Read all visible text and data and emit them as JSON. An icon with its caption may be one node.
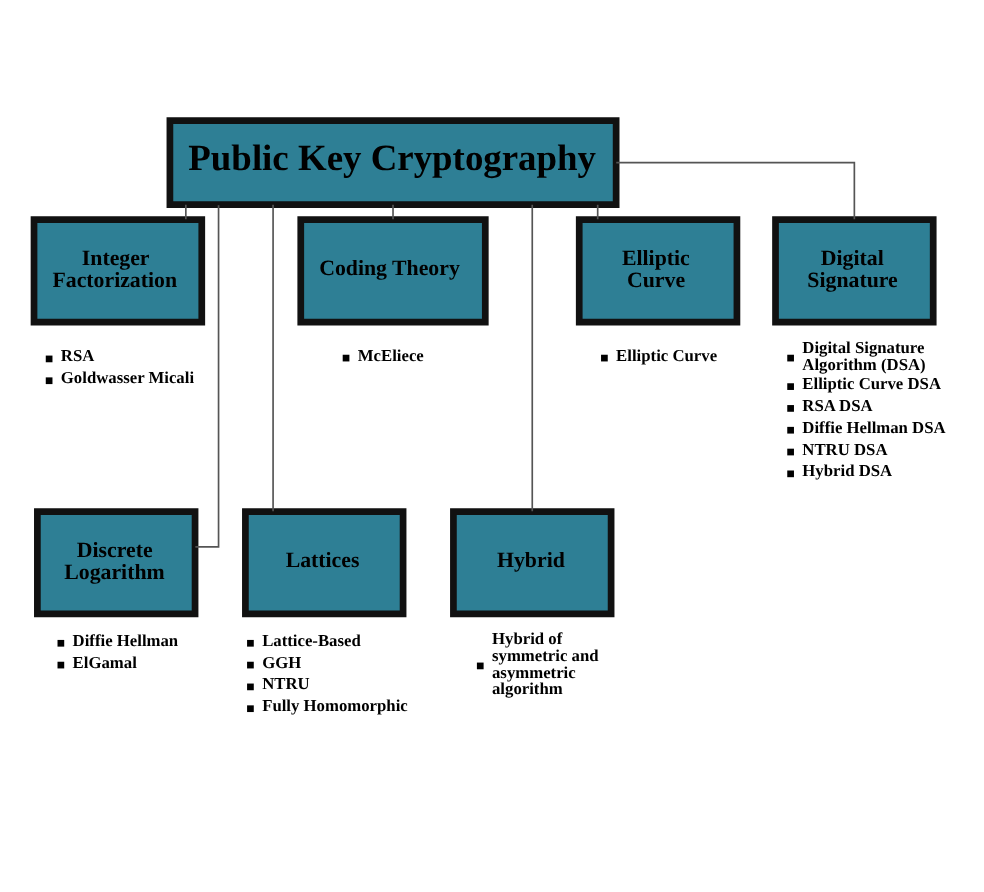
{
  "diagram": {
    "nodes": [
      {
        "text": [
          "Public Key Cryptography"
        ]
      },
      {
        "text": [
          "Integer Factorization"
        ],
        "beside": [
          "RSA",
          "Goldwasser Micali"
        ]
      },
      {
        "text": [
          "Coding Theory"
        ],
        "beside": [
          "McEliece"
        ]
      },
      {
        "text": [
          "Elliptic Curve"
        ],
        "beside": [
          "Elliptic Curve"
        ]
      },
      {
        "text": [
          "Digital Signature"
        ],
        "beside": [
          "Digital Signature Algorithm (DSA)",
          "Elliptic Curve DSA",
          "RSA DSA",
          "Diffie Hellman DSA",
          "NTRU DSA",
          "Hybrid DSA"
        ]
      },
      {
        "text": [
          "Discrete Logarithm"
        ],
        "beside": [
          "Diffie Hellman",
          "ElGamal"
        ]
      },
      {
        "text": [
          "Lattices"
        ],
        "beside": [
          "Lattice-Based",
          "GGH",
          "NTRU",
          "Fully Homomorphic"
        ]
      },
      {
        "text": [
          "Hybrid"
        ],
        "beside": [
          "Hybrid of symmetric and asymmetric algorithm"
        ]
      }
    ],
    "edges": [
      {
        "from": 0,
        "to": 1,
        "arrow": "none"
      },
      {
        "from": 0,
        "to": 2,
        "arrow": "none"
      },
      {
        "from": 0,
        "to": 3,
        "arrow": "none"
      },
      {
        "from": 0,
        "to": 4,
        "arrow": "none"
      },
      {
        "from": 0,
        "to": 5,
        "arrow": "none"
      },
      {
        "from": 0,
        "to": 6,
        "arrow": "none"
      },
      {
        "from": 0,
        "to": 7,
        "arrow": "none"
      }
    ]
  }
}
